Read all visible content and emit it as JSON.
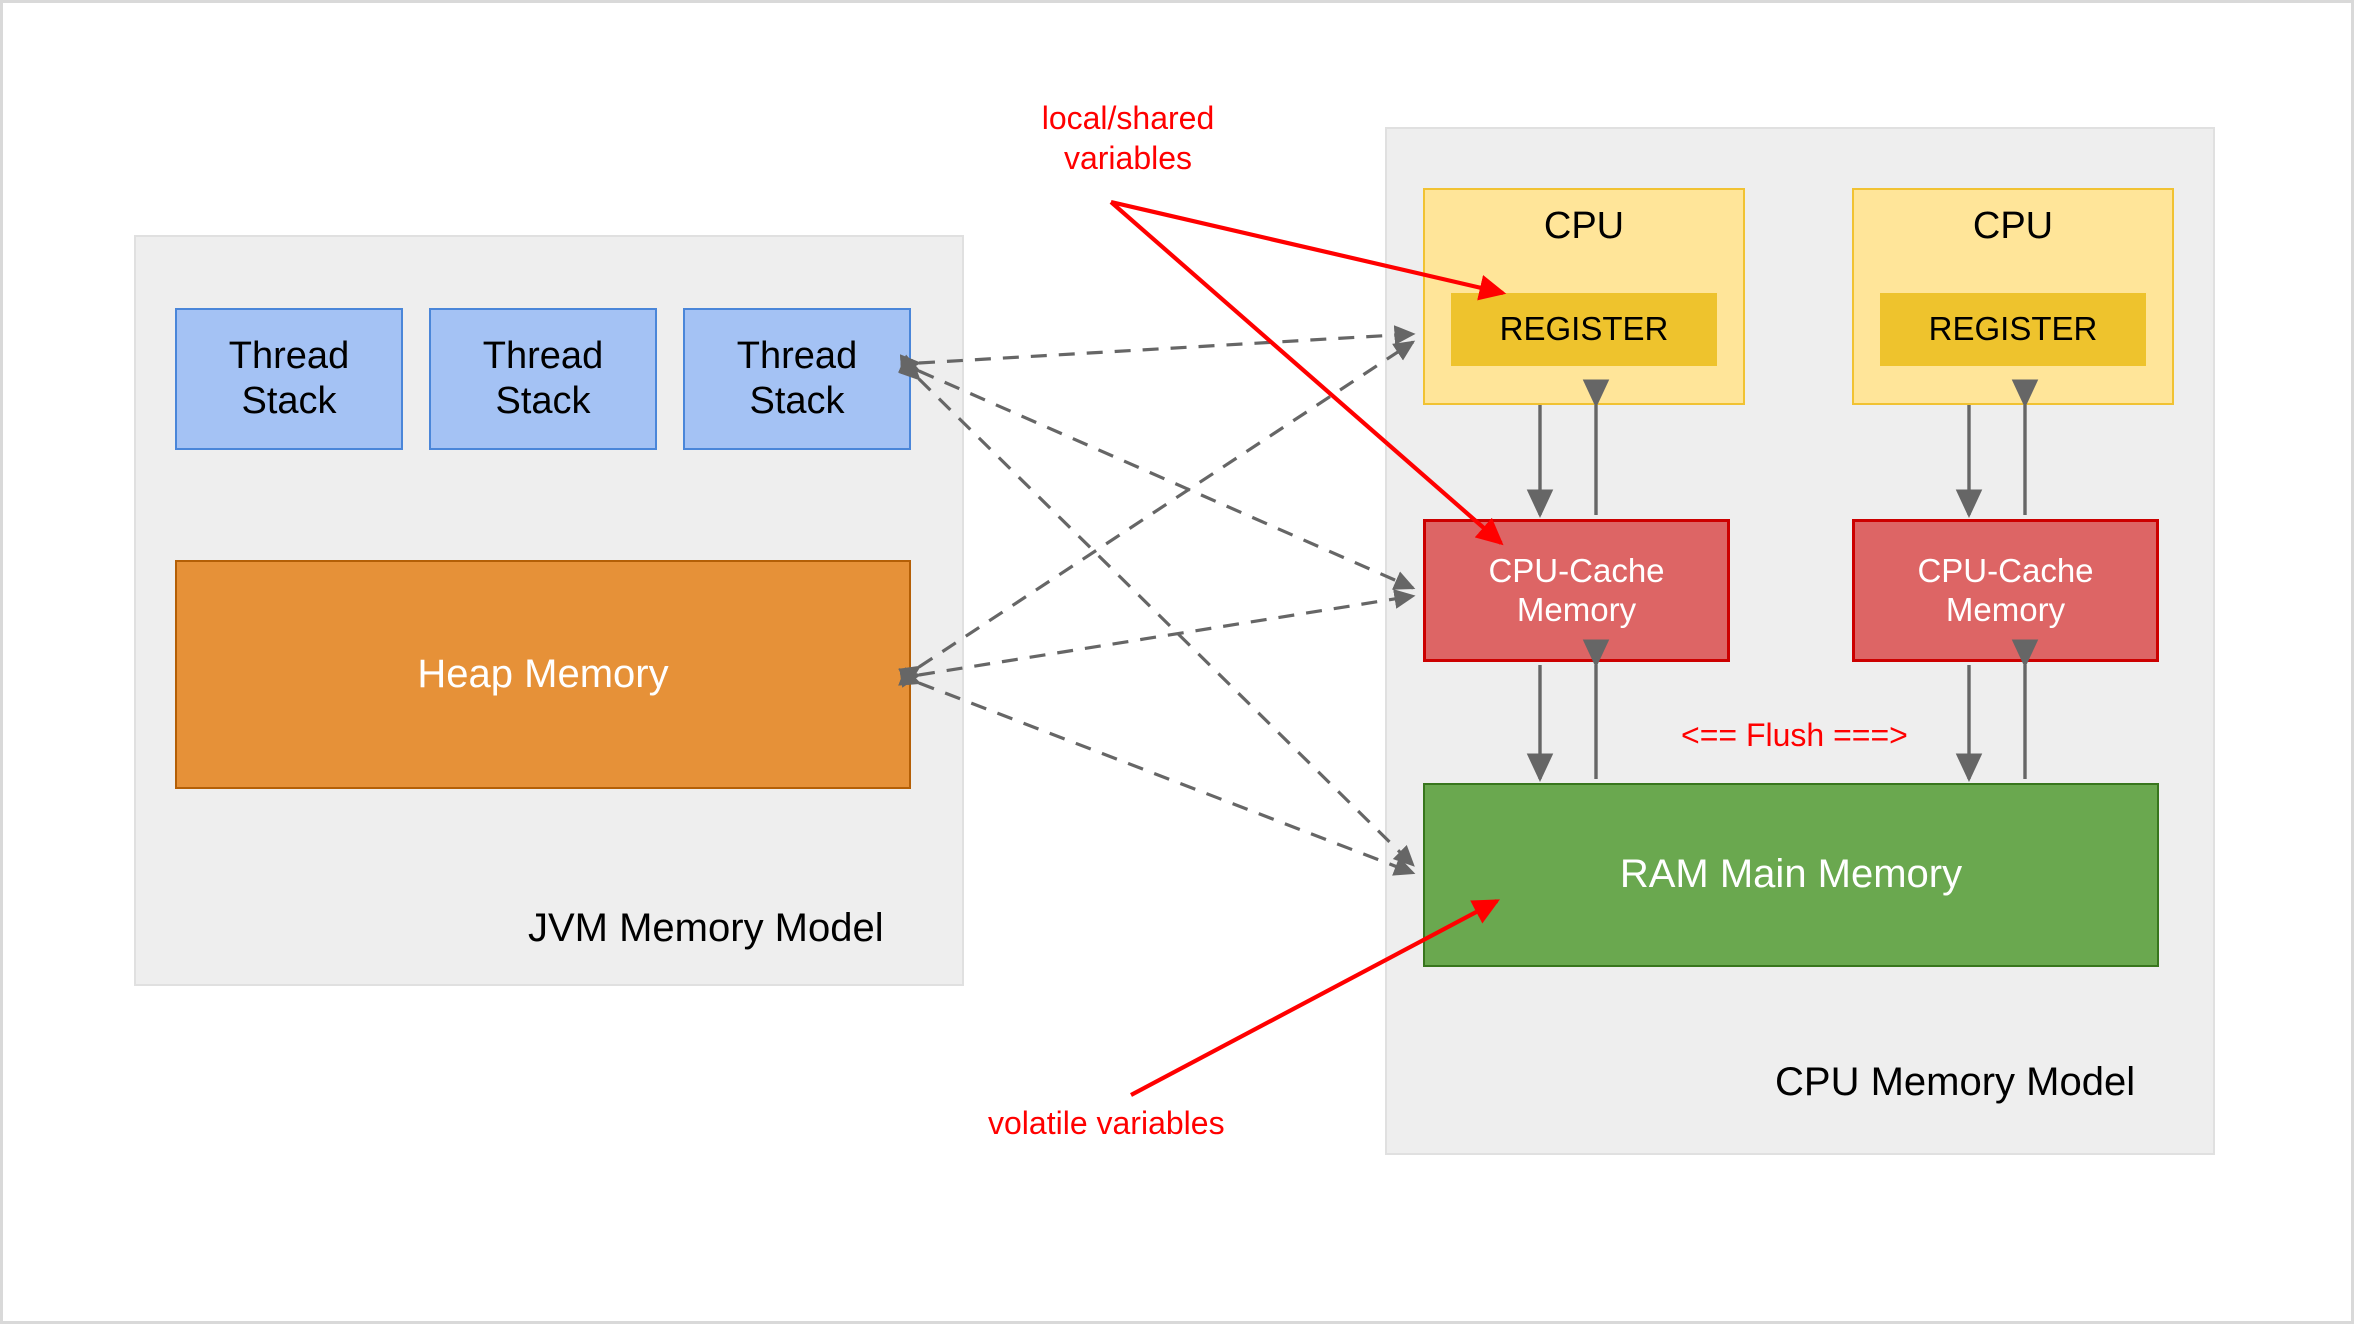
{
  "diagram": {
    "title_hidden": "",
    "panels": [
      {
        "id": "jvm",
        "label": "JVM Memory Model"
      },
      {
        "id": "cpu",
        "label": "CPU Memory Model"
      }
    ],
    "jvm": {
      "label": "JVM Memory Model",
      "thread_stacks": [
        {
          "line1": "Thread",
          "line2": "Stack"
        },
        {
          "line1": "Thread",
          "line2": "Stack"
        },
        {
          "line1": "Thread",
          "line2": "Stack"
        }
      ],
      "heap": {
        "label": "Heap Memory"
      }
    },
    "cpu_model": {
      "label": "CPU Memory Model",
      "cpus": [
        {
          "label": "CPU",
          "register": "REGISTER",
          "cache_line1": "CPU-Cache",
          "cache_line2": "Memory"
        },
        {
          "label": "CPU",
          "register": "REGISTER",
          "cache_line1": "CPU-Cache",
          "cache_line2": "Memory"
        }
      ],
      "ram": {
        "label": "RAM Main Memory"
      },
      "flush": "<== Flush ===>"
    },
    "annotations": {
      "local_shared": "local/shared\nvariables",
      "volatile": "volatile variables"
    },
    "colors": {
      "panel_bg": "#eeeeee",
      "thread_stack_fill": "#a4c2f4",
      "thread_stack_border": "#4a86d9",
      "heap_fill": "#e69138",
      "heap_border": "#b45f06",
      "cpu_fill": "#ffe599",
      "cpu_border": "#f1c232",
      "register_fill": "#eec32d",
      "cache_fill": "#dd6565",
      "cache_border": "#cc0000",
      "ram_fill": "#6aa84f",
      "ram_border": "#38761d",
      "annotation_red": "#ff0000",
      "arrow_gray": "#666666"
    }
  }
}
